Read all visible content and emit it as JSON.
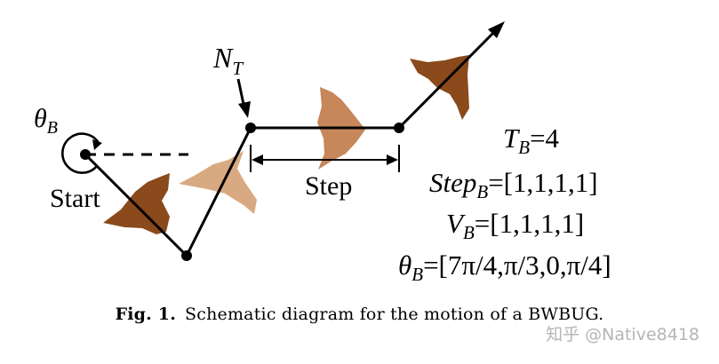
{
  "diagram": {
    "theta_label_main": "θ",
    "theta_label_sub": "B",
    "start_label": "Start",
    "nt_label_main": "N",
    "nt_label_sub": "T",
    "step_label": "Step",
    "equations": {
      "tb_main": "T",
      "tb_sub": "B",
      "tb_value": "=4",
      "step_main": "Step",
      "step_sub": "B",
      "step_value": "=[1,1,1,1]",
      "vb_main": "V",
      "vb_sub": "B",
      "vb_value": "=[1,1,1,1]",
      "theta_main": "θ",
      "theta_sub": "B",
      "theta_value": "=[7π/4,π/3,0,π/4]"
    },
    "colors": {
      "bug_dark": "#8a4a1c",
      "bug_light": "#d9aa82",
      "bug_medium": "#c6875a"
    }
  },
  "caption": {
    "fig": "Fig. 1.",
    "text": "Schematic diagram for the motion of a BWBUG."
  },
  "watermark": "知乎 @Native8418"
}
